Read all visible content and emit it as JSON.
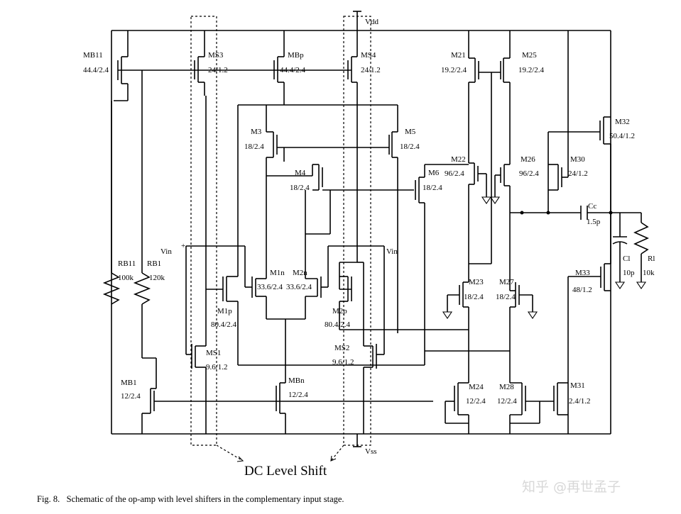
{
  "supply": {
    "vdd": "Vdd",
    "vss": "Vss"
  },
  "inputs": {
    "vin_plus": "Vin",
    "plus_sign": "+",
    "vin_minus": "Vin"
  },
  "transistors": [
    {
      "name": "MB11",
      "size": "44.4/2.4"
    },
    {
      "name": "MS3",
      "size": "24/1.2"
    },
    {
      "name": "MBp",
      "size": "44.4/2.4"
    },
    {
      "name": "MS4",
      "size": "24/1.2"
    },
    {
      "name": "M21",
      "size": "19.2/2.4"
    },
    {
      "name": "M25",
      "size": "19.2/2.4"
    },
    {
      "name": "M32",
      "size": "50.4/1.2"
    },
    {
      "name": "M3",
      "size": "18/2.4"
    },
    {
      "name": "M5",
      "size": "18/2.4"
    },
    {
      "name": "M4",
      "size": "18/2.4"
    },
    {
      "name": "M6",
      "size": "18/2.4"
    },
    {
      "name": "M22",
      "size": "96/2.4"
    },
    {
      "name": "M26",
      "size": "96/2.4"
    },
    {
      "name": "M30",
      "size": "24/1.2"
    },
    {
      "name": "M1n",
      "size": "33.6/2.4"
    },
    {
      "name": "M2n",
      "size": "33.6/2.4"
    },
    {
      "name": "M1p",
      "size": "80.4/2.4"
    },
    {
      "name": "M2p",
      "size": "80.4/2.4"
    },
    {
      "name": "M23",
      "size": "18/2.4"
    },
    {
      "name": "M27",
      "size": "18/2.4"
    },
    {
      "name": "M33",
      "size": "48/1.2"
    },
    {
      "name": "MS1",
      "size": "9.6/1.2"
    },
    {
      "name": "MS2",
      "size": "9.6/1.2"
    },
    {
      "name": "MB1",
      "size": "12/2.4"
    },
    {
      "name": "MBn",
      "size": "12/2.4"
    },
    {
      "name": "M24",
      "size": "12/2.4"
    },
    {
      "name": "M28",
      "size": "12/2.4"
    },
    {
      "name": "M31",
      "size": "2.4/1.2"
    }
  ],
  "resistors": [
    {
      "name": "RB11",
      "value": "100k"
    },
    {
      "name": "RB1",
      "value": "120k"
    },
    {
      "name": "Rl",
      "value": "10k"
    }
  ],
  "capacitors": [
    {
      "name": "Cc",
      "value": "1.5p"
    },
    {
      "name": "Cl",
      "value": "10p"
    }
  ],
  "dc_level_shift_label": "DC Level Shift",
  "caption": "Fig. 8.   Schematic of the op-amp with level shifters in the complementary input stage.",
  "watermark": "知乎 @再世孟子"
}
